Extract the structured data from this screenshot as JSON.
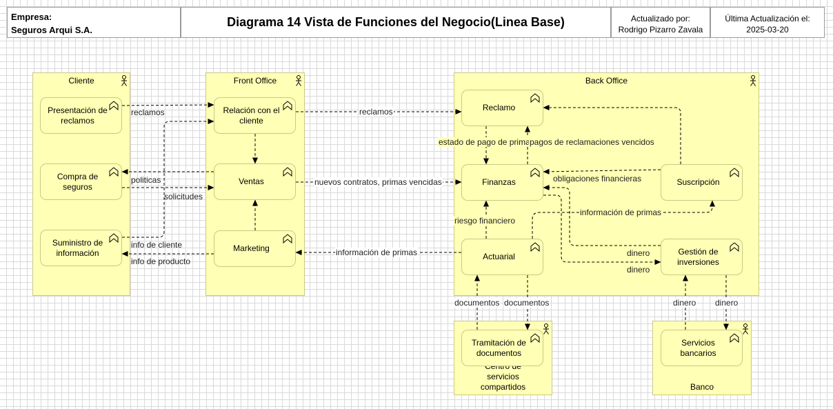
{
  "header": {
    "company_label": "Empresa:",
    "company_name": "Seguros Arqui S.A.",
    "title": "Diagrama 14 Vista de Funciones del Negocio(Linea Base)",
    "updated_by_label": "Actualizado por:",
    "updated_by": "Rodrigo Pizarro Zavala",
    "last_update_label": "Última Actualización el:",
    "last_update": "2025-03-20"
  },
  "groups": {
    "cliente": "Cliente",
    "front_office": "Front Office",
    "back_office": "Back Office",
    "centro": "Centro de servicios compartidos",
    "banco": "Banco"
  },
  "functions": {
    "presentacion": "Presentación de reclamos",
    "compra": "Compra de seguros",
    "suministro": "Suministro de información",
    "relacion": "Relación con el cliente",
    "ventas": "Ventas",
    "marketing": "Marketing",
    "reclamo": "Reclamo",
    "finanzas": "Finanzas",
    "actuarial": "Actuarial",
    "suscripcion": "Suscripción",
    "gestion": "Gestión de inversiones",
    "tramitacion": "Tramitación de documentos",
    "servicios": "Servicios bancarios"
  },
  "flows": {
    "reclamos_1": "reclamos",
    "reclamos_2": "reclamos",
    "politicas": "politicas",
    "solicitudes": "solicitudes",
    "info_cliente": "info de cliente",
    "info_producto": "info de producto",
    "nuevos_contratos": "nuevos contratos, primas vencidas",
    "informacion_primas_1": "información de primas",
    "informacion_primas_2": "información de primas",
    "estado_pago": "estado de pago de prima",
    "pagos_reclamaciones": "pagos de reclamaciones vencidos",
    "obligaciones": "obligaciones financieras",
    "riesgo": "riesgo financiero",
    "dinero_1": "dinero",
    "dinero_2": "dinero",
    "dinero_3": "dinero",
    "dinero_4": "dinero",
    "documentos_1": "documentos",
    "documentos_2": "documentos"
  },
  "icons": {
    "actor": "actor-icon",
    "function": "function-chevron-icon"
  },
  "colors": {
    "element_fill": "#ffffb5",
    "element_border": "#c9c98a",
    "flow": "#000000"
  }
}
